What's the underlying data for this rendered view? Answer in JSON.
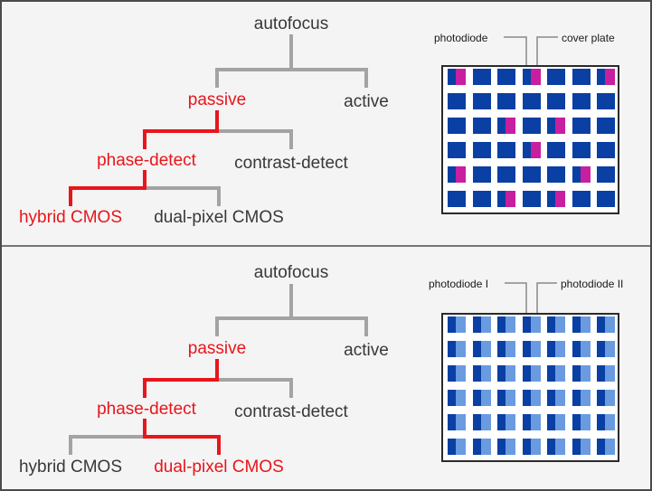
{
  "colors": {
    "background": "#f4f4f4",
    "border": "#4a4a4a",
    "gray_line": "#a3a3a3",
    "highlight": "#e8151b",
    "text": "#383838",
    "sensor_blue": "#0a3fa3",
    "sensor_light_blue": "#6a9be0",
    "cover_plate": "#c81ea0"
  },
  "diagram_top": {
    "root": "autofocus",
    "passive": "passive",
    "active": "active",
    "phase_detect": "phase-detect",
    "contrast_detect": "contrast-detect",
    "hybrid_cmos": "hybrid CMOS",
    "dual_pixel_cmos": "dual-pixel CMOS",
    "sensor_label_left": "photodiode",
    "sensor_label_right": "cover plate"
  },
  "diagram_bottom": {
    "root": "autofocus",
    "passive": "passive",
    "active": "active",
    "phase_detect": "phase-detect",
    "contrast_detect": "contrast-detect",
    "hybrid_cmos": "hybrid CMOS",
    "dual_pixel_cmos": "dual-pixel CMOS",
    "sensor_label_left": "photodiode I",
    "sensor_label_right": "photodiode II"
  }
}
